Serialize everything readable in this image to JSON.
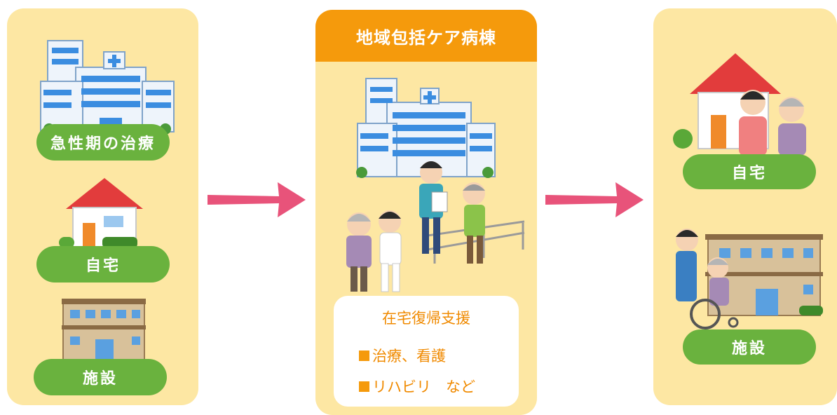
{
  "left": {
    "items": [
      {
        "label": "急性期の治療",
        "icon": "hospital-icon"
      },
      {
        "label": "自宅",
        "icon": "house-icon"
      },
      {
        "label": "施設",
        "icon": "care-facility-icon"
      }
    ]
  },
  "center": {
    "title": "地域包括ケア病棟",
    "support": {
      "title": "在宅復帰支援",
      "items": [
        "治療、看護",
        "リハビリ　など"
      ]
    }
  },
  "right": {
    "items": [
      {
        "label": "自宅",
        "icon": "house-with-caregiver-icon"
      },
      {
        "label": "施設",
        "icon": "facility-with-wheelchair-icon"
      }
    ]
  },
  "colors": {
    "panel": "#fde7a3",
    "header": "#f59a0c",
    "pill": "#6ab23e",
    "arrow": "#e8537a",
    "support_text": "#f08a00"
  }
}
